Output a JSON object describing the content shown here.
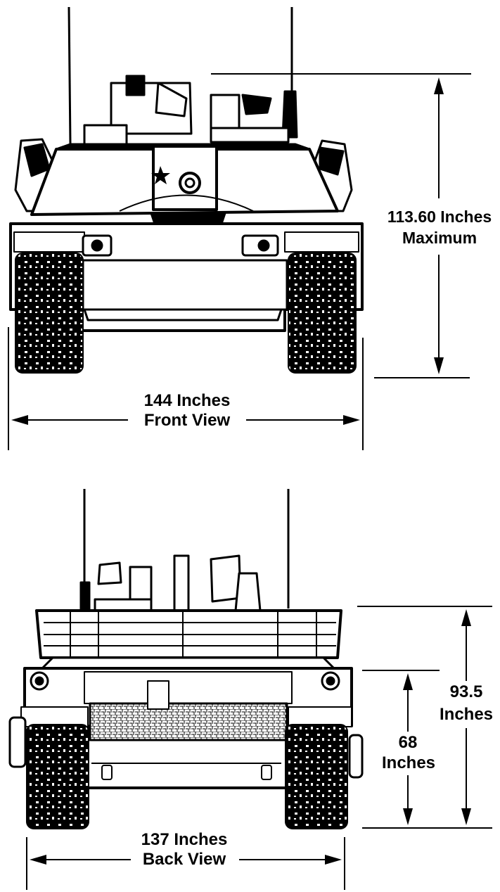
{
  "front_view": {
    "width_value": "144 Inches",
    "label": "Front View",
    "height_value": "113.60 Inches",
    "height_note": "Maximum"
  },
  "back_view": {
    "width_value": "137 Inches",
    "label": "Back View",
    "hull_height_value": "68",
    "hull_height_unit": "Inches",
    "total_height_value": "93.5",
    "total_height_unit": "Inches"
  },
  "colors": {
    "ink": "#000000",
    "paper": "#ffffff"
  }
}
